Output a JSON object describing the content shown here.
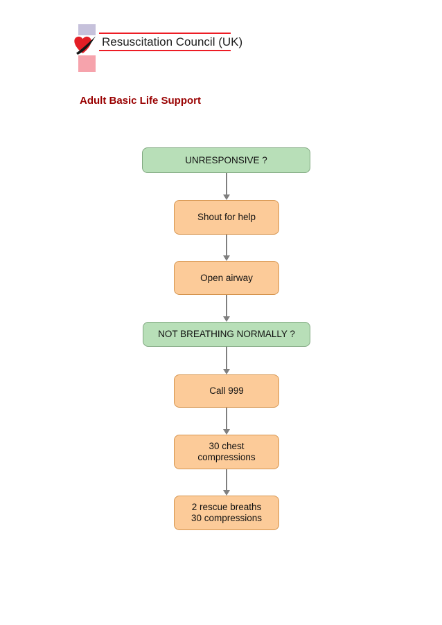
{
  "theme": {
    "lavender": "#c6c1db",
    "pink": "#f6a3ac",
    "logo-red": "#ed1c24",
    "heart-red": "#e31e25",
    "swoosh-black": "#161616",
    "title-red": "#990000",
    "decision-fill": "#b8dfb8",
    "decision-border": "#7fa77f",
    "action-fill": "#fccb99",
    "action-border": "#d6954f",
    "arrow-gray": "#7f7f7f"
  },
  "header": {
    "org_name": "Resuscitation Council (UK)",
    "title": "Adult Basic Life Support"
  },
  "flowchart": {
    "nodes": [
      {
        "id": "unresponsive",
        "type": "decision",
        "label": "UNRESPONSIVE ?"
      },
      {
        "id": "shout-for-help",
        "type": "action",
        "label": "Shout for help"
      },
      {
        "id": "open-airway",
        "type": "action",
        "label": "Open airway"
      },
      {
        "id": "not-breathing",
        "type": "decision",
        "label": "NOT BREATHING NORMALLY ?"
      },
      {
        "id": "call-999",
        "type": "action",
        "label": "Call 999"
      },
      {
        "id": "chest-compressions",
        "type": "action",
        "label": "30 chest\ncompressions"
      },
      {
        "id": "rescue-breaths",
        "type": "action",
        "label": "2 rescue breaths\n30 compressions"
      }
    ]
  }
}
